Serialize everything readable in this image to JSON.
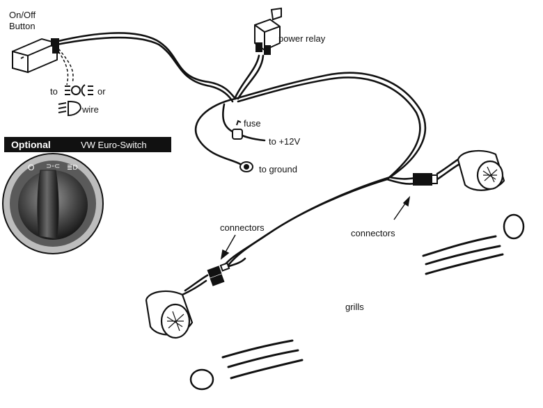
{
  "labels": {
    "on_off_line1": "On/Off",
    "on_off_line2": "Button",
    "power_relay": "power relay",
    "to_prefix": "to",
    "or_word": "or",
    "wire_word": "wire",
    "fuse": "fuse",
    "to_12v": "to +12V",
    "to_ground": "to ground",
    "connectors_left": "connectors",
    "connectors_right": "connectors",
    "grills": "grills"
  },
  "optional_banner": {
    "optional": "Optional",
    "switch_name": "VW Euro-Switch"
  },
  "switch_symbols": {
    "off": "O",
    "parking": "⊃◦⊂",
    "headlight": "≣D"
  }
}
